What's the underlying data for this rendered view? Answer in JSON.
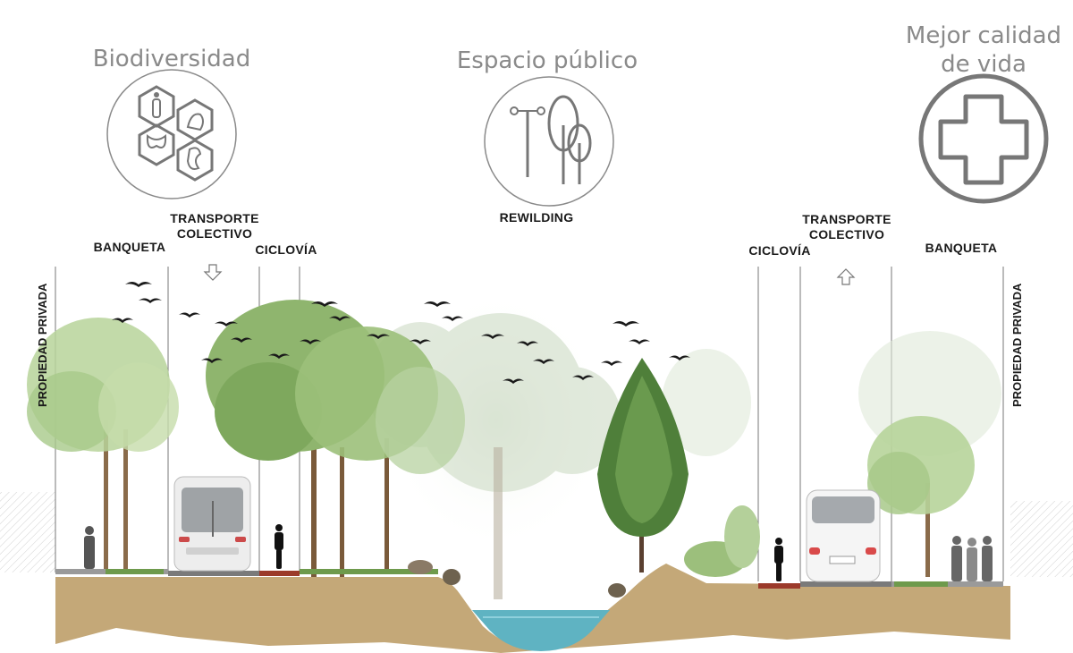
{
  "themes": {
    "biodiversity": {
      "title": "Biodiversidad",
      "icon": "biodiversity-hexagon-icon"
    },
    "public_space": {
      "title": "Espacio público",
      "icon": "streetlight-trees-icon"
    },
    "quality_of_life": {
      "title_line1": "Mejor calidad",
      "title_line2": "de vida",
      "icon": "health-cross-icon"
    }
  },
  "rewilding_label": "REWILDING",
  "left_side": {
    "private_property": "PROPIEDAD PRIVADA",
    "sidewalk": "BANQUETA",
    "transit_line1": "TRANSPORTE",
    "transit_line2": "COLECTIVO",
    "bike_lane": "CICLOVÍA"
  },
  "right_side": {
    "private_property": "PROPIEDAD PRIVADA",
    "sidewalk": "BANQUETA",
    "transit_line1": "TRANSPORTE",
    "transit_line2": "COLECTIVO",
    "bike_lane": "CICLOVÍA"
  },
  "colors": {
    "soil": "#c4a878",
    "water": "#5fb3c2",
    "foliage_light": "#a8c98a",
    "foliage_dark": "#4f7f3a",
    "bike_lane": "#9b3a2a",
    "icon_gray": "#8a8a8a"
  }
}
